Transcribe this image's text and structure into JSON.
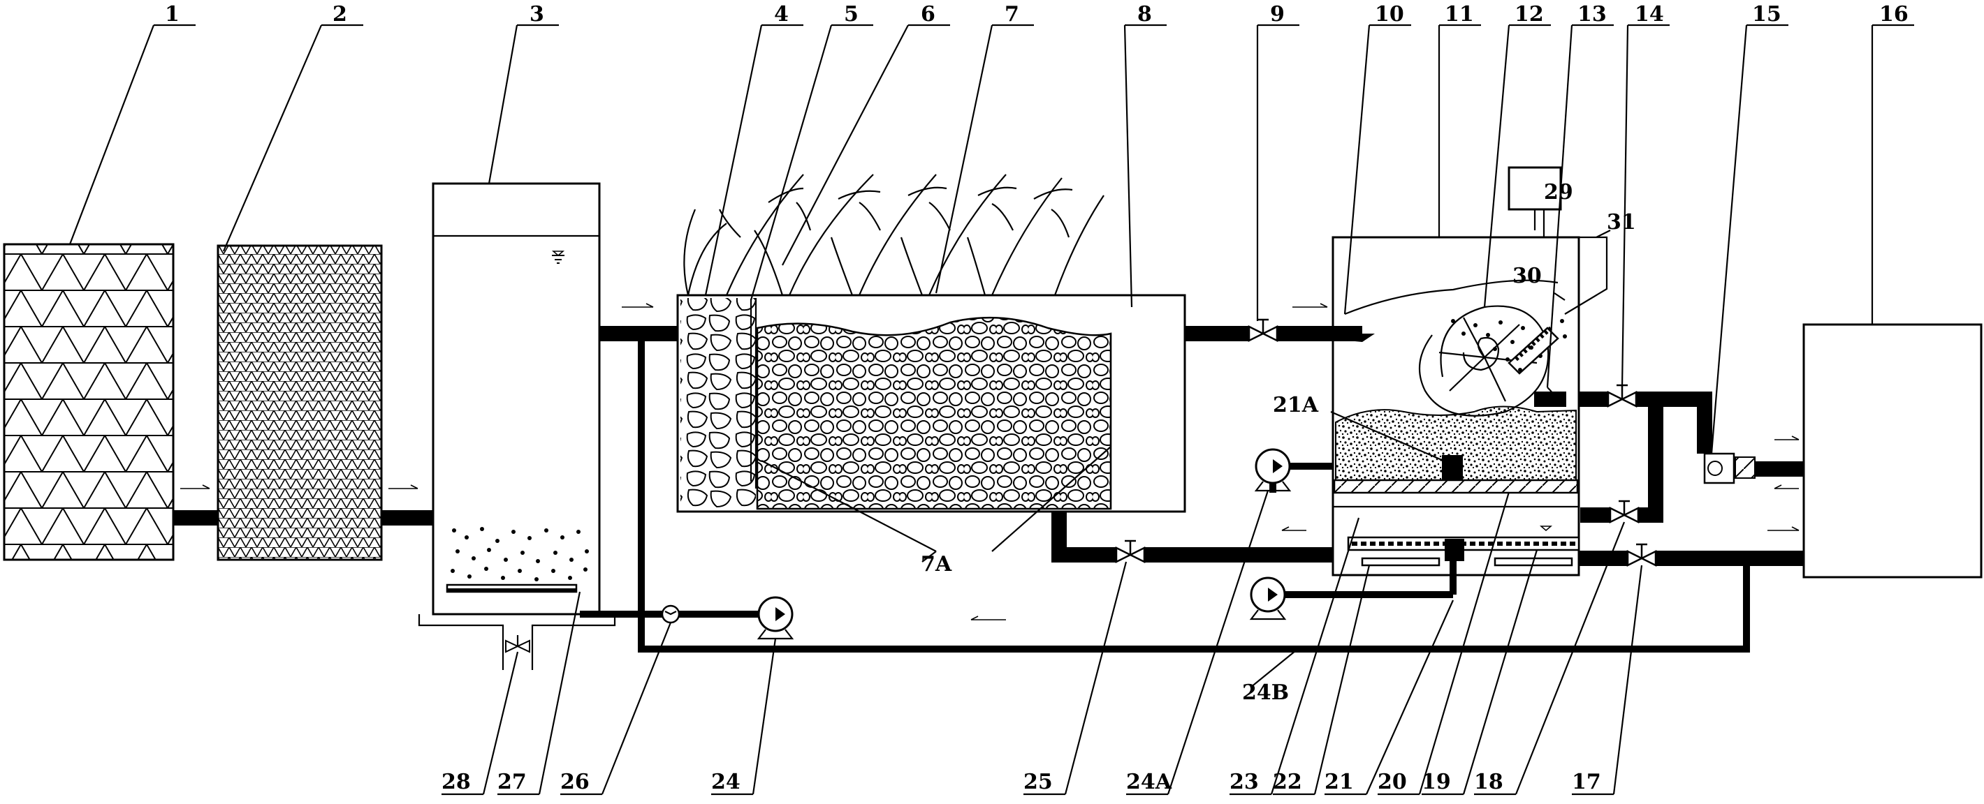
{
  "labels": {
    "top": [
      "1",
      "2",
      "3",
      "4",
      "5",
      "6",
      "7",
      "8",
      "9",
      "10",
      "11",
      "12",
      "13",
      "14",
      "15",
      "16"
    ],
    "bottom": [
      "28",
      "27",
      "26",
      "24",
      "25",
      "24A",
      "23",
      "22",
      "21",
      "20",
      "19",
      "18",
      "17"
    ],
    "inner": {
      "l7a": "7A",
      "l21a": "21A",
      "l24b": "24B",
      "l29": "29",
      "l30": "30",
      "l31": "31"
    }
  },
  "colors": {
    "line": "#000000",
    "background": "#ffffff"
  }
}
